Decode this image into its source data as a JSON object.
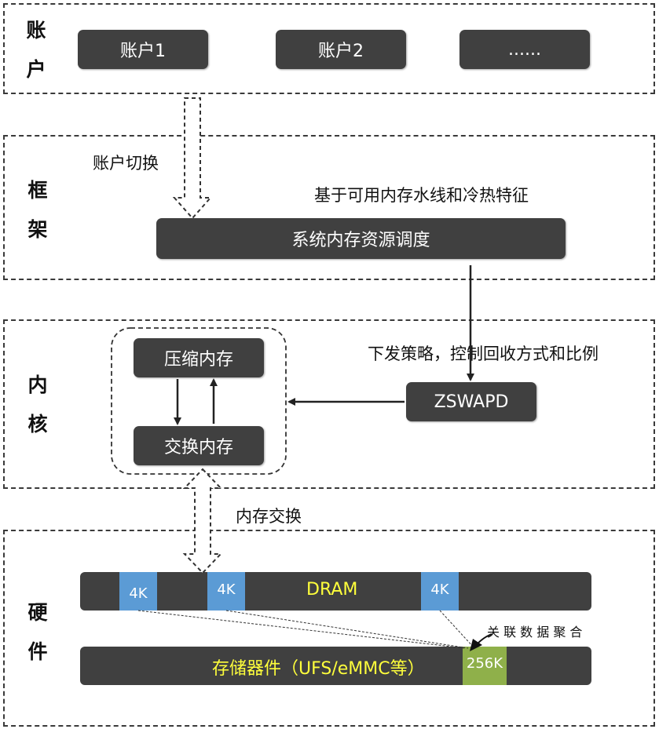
{
  "layers": {
    "account": {
      "label": "账户"
    },
    "framework": {
      "label": "框架"
    },
    "kernel": {
      "label": "内核"
    },
    "hardware": {
      "label": "硬件"
    }
  },
  "accounts": [
    "账户1",
    "账户2",
    "......"
  ],
  "framework": {
    "switch_label": "账户切换",
    "watermark_label": "基于可用内存水线和冷热特征",
    "scheduler_box": "系统内存资源调度"
  },
  "kernel": {
    "policy_label": "下发策略，控制回收方式和比例",
    "compressed_box": "压缩内存",
    "swap_box": "交换内存",
    "zswapd_box": "ZSWAPD"
  },
  "hardware": {
    "swap_label": "内存交换",
    "dram_label": "DRAM",
    "block_4k": "4K",
    "storage_label": "存储器件（UFS/eMMC等）",
    "block_256k": "256K",
    "aggregate_label": "关 联 数 据 聚 合"
  },
  "colors": {
    "box_fill": "#404040",
    "block_4k": "#5b9bd5",
    "block_256k": "#8fb04a",
    "highlight_text": "#ffff3b"
  }
}
